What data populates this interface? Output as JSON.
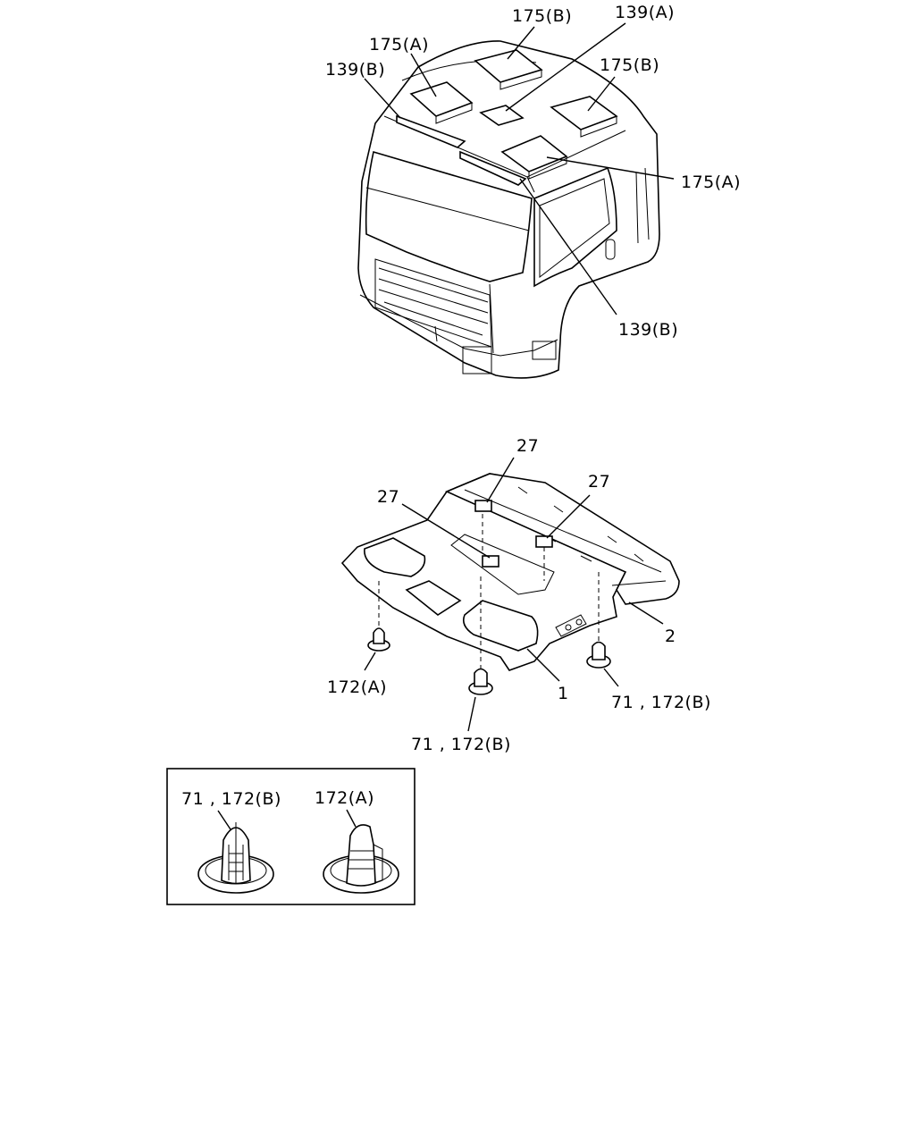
{
  "cab_diagram": {
    "labels": {
      "l175b_top": "175(B)",
      "l139a": "139(A)",
      "l175a_left": "175(A)",
      "l175b_right": "175(B)",
      "l139b_left": "139(B)",
      "l175a_right": "175(A)",
      "l139b_bottom": "139(B)"
    }
  },
  "headliner_diagram": {
    "labels": {
      "l27_top": "27",
      "l27_left": "27",
      "l27_right": "27",
      "l2": "2",
      "l1": "1",
      "l172a": "172(A)",
      "l71_172b_center": "71 , 172(B)",
      "l71_172b_right": "71 , 172(B)"
    }
  },
  "detail_inset": {
    "labels": {
      "l71_172b": "71 , 172(B)",
      "l172a": "172(A)"
    }
  }
}
